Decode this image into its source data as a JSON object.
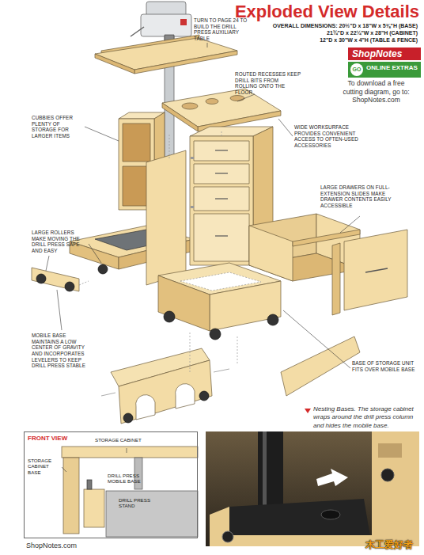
{
  "diagram": {
    "title": "Exploded View Details",
    "caption": "Nesting Bases. The storage cabinet wraps around the drill press column and hides the mobile base.",
    "nodes": [
      {
        "text": [
          "ShopNotes"
        ]
      },
      {
        "text": [
          "ONLINE EXTRAS"
        ]
      },
      {
        "text": [
          "GO"
        ],
        "in": 1
      },
      {
        "text": [
          "FRONT VIEW"
        ]
      }
    ],
    "labels": [
      "OVERALL DIMENSIONS: 20½\"D x 18\"W x 5⅜\"H (BASE)",
      "21¾\"D x 22¼\"W x 28\"H (CABINET)",
      "12\"D x 30\"W x 4\"H (TABLE & FENCE)",
      "TURN TO PAGE 24 TO BUILD THE DRILL PRESS AUXILIARY TABLE",
      "ROUTED RECESSES KEEP DRILL BITS FROM ROLLING ONTO THE FLOOR",
      "WIDE WORKSURFACE PROVIDES CONVENIENT ACCESS TO OFTEN-USED ACCESSORIES",
      "To download a free cutting diagram, go to: ShopNotes.com",
      "CUBBIES OFFER PLENTY OF STORAGE FOR LARGER ITEMS",
      "LARGE DRAWERS ON FULL-EXTENSION SLIDES MAKE DRAWER CONTENTS EASILY ACCESSIBLE",
      "LARGE ROLLERS MAKE MOVING THE DRILL PRESS SAFE AND EASY",
      "MOBILE BASE MAINTAINS A LOW CENTER OF GRAVITY AND INCORPORATES LEVELERS TO KEEP DRILL PRESS STABLE",
      "BASE OF STORAGE UNIT FITS OVER MOBILE BASE",
      "STORAGE CABINET",
      "STORAGE CABINET BASE",
      "DRILL PRESS MOBILE BASE",
      "DRILL PRESS STAND",
      "ShopNotes.com",
      "木工爱好者"
    ]
  }
}
